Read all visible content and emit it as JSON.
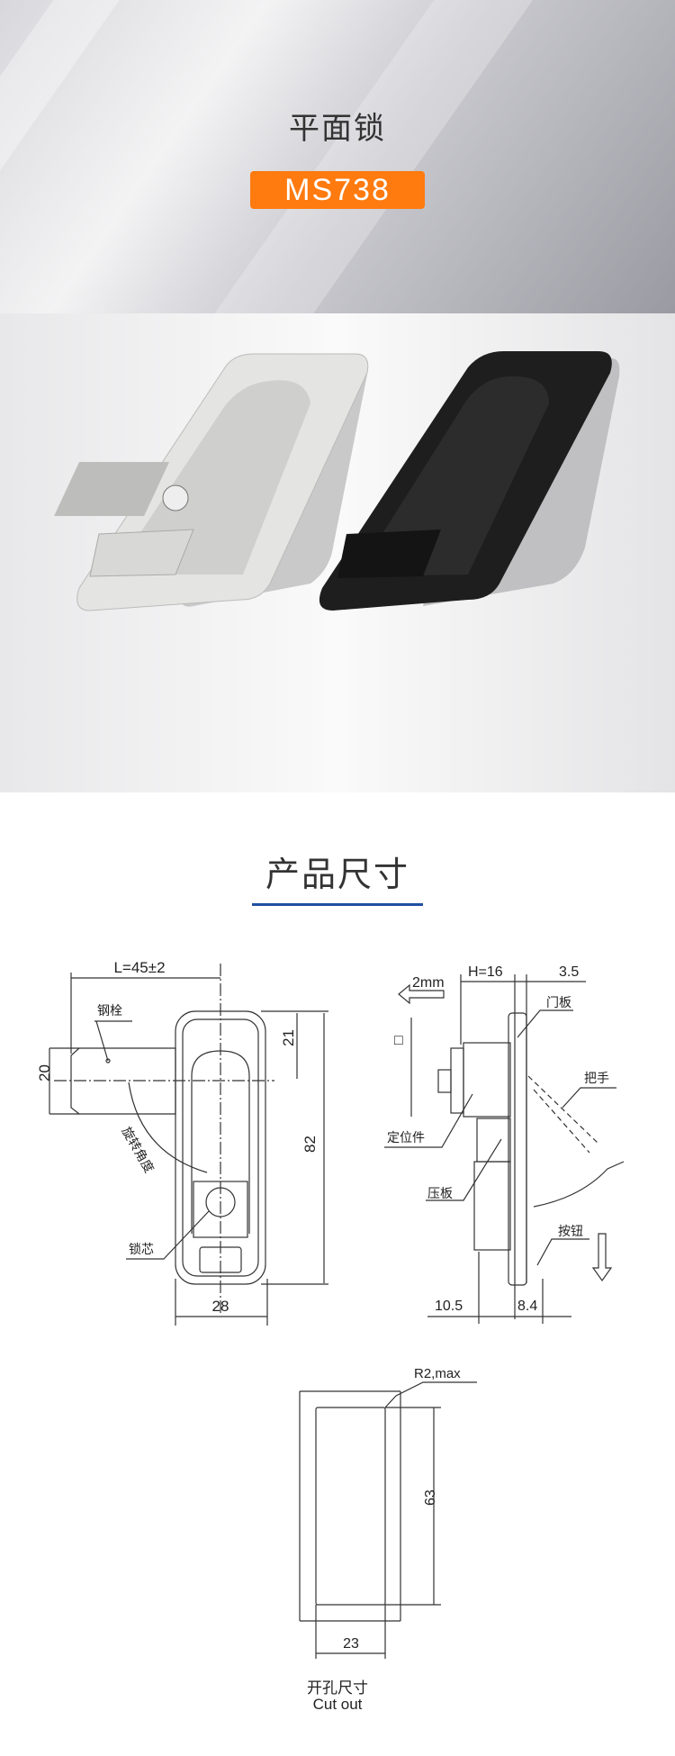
{
  "header": {
    "title": "平面锁",
    "model": "MS738"
  },
  "section": {
    "title": "产品尺寸",
    "accent": "#1f4fa0"
  },
  "badge_color": "#ff7a0f",
  "front_view": {
    "length": "L=45±2",
    "bolt_label": "钢栓",
    "height_bolt": "20",
    "dim_top": "21",
    "dim_total": "82",
    "rotation_label": "旋转角度",
    "cylinder_label": "锁芯",
    "width": "28"
  },
  "side_view": {
    "travel": "2mm",
    "h": "H=16",
    "thickness": "3.5",
    "door_label": "门板",
    "square": "□",
    "handle_label": "把手",
    "locator_label": "定位件",
    "plate_label": "压板",
    "button_label": "按钮",
    "depth_back": "10.5",
    "depth_front": "8.4"
  },
  "cutout": {
    "radius": "R2,max",
    "height": "63",
    "width": "23",
    "label_cn": "开孔尺寸",
    "label_en": "Cut out"
  }
}
